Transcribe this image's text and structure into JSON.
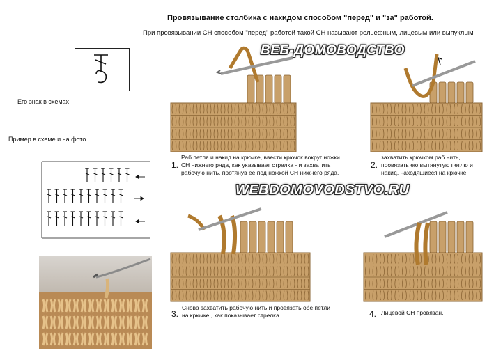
{
  "title": "Провязывание столбика с накидом способом \"перед\" и \"за\" работой.",
  "intro": "При провязывании СН способом \"перед\" работой такой СН называют рельефным, лицевым или выпуклым",
  "sign_label": "Его знак в схемах",
  "example_label": "Пример в схеме и на фото",
  "watermark_top": "ВЕБ-ДОМОВОДСТВО",
  "watermark_mid": "WEBDOMOVODSTVO.RU",
  "steps": [
    {
      "num": "1.",
      "text": "Раб петля и накид на крючке, ввести  крючок вокруг ножки СН нижнего ряда, как указывает стрелка - и захватить рабочую нить, протянув её под ножкой СН нижнего ряда."
    },
    {
      "num": "2.",
      "text": "захватить крючком раб.нить, провязать ею вытянутую петлю и накид, находящиеся на крючке."
    },
    {
      "num": "3.",
      "text": "Снова захватить рабочую нить и провязать обе петли на крючке , как показывает стрелка"
    },
    {
      "num": "4.",
      "text": "Лицевой СН провязан."
    }
  ],
  "colors": {
    "yarn": "#c8a06a",
    "yarn_dark": "#8a6434",
    "rope": "#c08a3a",
    "hook": "#9a9a9a"
  }
}
